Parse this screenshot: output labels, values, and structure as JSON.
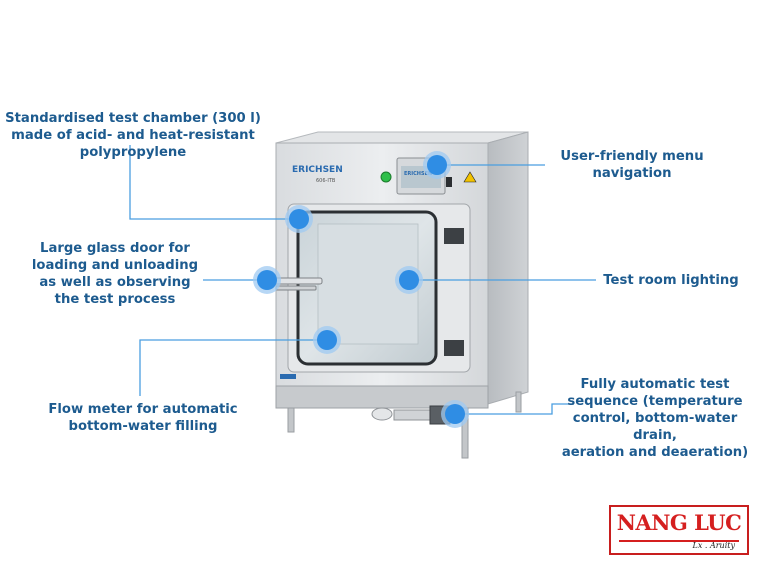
{
  "device": {
    "brand": "ERICHSEN",
    "model": "606-ITB",
    "panel_brand": "ERICHSEN"
  },
  "callouts": [
    {
      "id": "chamber",
      "lines": [
        "Standardised test chamber (300 l)",
        "made of acid- and heat-resistant",
        "polypropylene"
      ]
    },
    {
      "id": "menu",
      "lines": [
        "User-friendly menu",
        "navigation"
      ]
    },
    {
      "id": "door",
      "lines": [
        "Large glass door for",
        "loading and unloading",
        "as well as observing",
        "the test process"
      ]
    },
    {
      "id": "lighting",
      "lines": [
        "Test room lighting"
      ]
    },
    {
      "id": "sequence",
      "lines": [
        "Fully automatic test",
        "sequence (temperature",
        "control, bottom-water drain,",
        "aeration and deaeration)"
      ]
    },
    {
      "id": "flow",
      "lines": [
        "Flow meter for automatic",
        "bottom-water filling"
      ]
    }
  ],
  "logo": {
    "main": "NANG LUC",
    "sub": "Lx . Aruity"
  },
  "colors": {
    "marker": "#2f8de4",
    "marker_ring": "#9fc9f2",
    "text": "#1d5b8f",
    "leader": "#4a9ee0",
    "logo_red": "#d51f1f"
  }
}
